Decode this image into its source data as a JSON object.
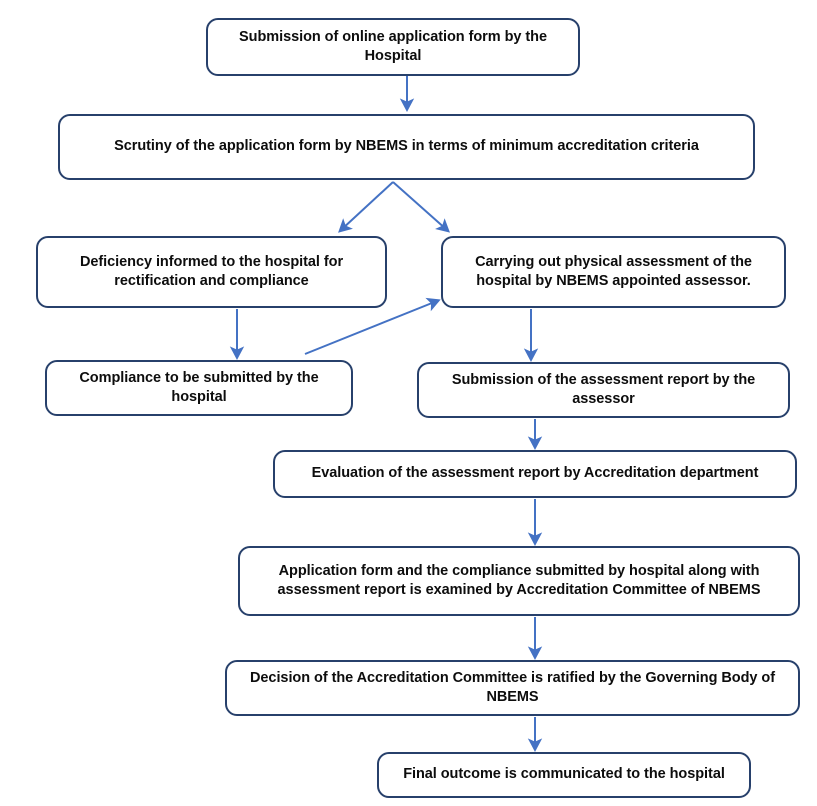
{
  "diagram": {
    "title": "NBEMS Hospital Accreditation Process Flowchart",
    "type": "flowchart",
    "orientation": "top-to-bottom",
    "colors": {
      "node_border": "#27406B",
      "node_fill": "#FFFFFF",
      "node_text": "#0D0D0D",
      "connector": "#4472C4",
      "background": "#FFFFFF"
    },
    "nodes": [
      {
        "id": "submission",
        "label": "Submission of online application form by the Hospital"
      },
      {
        "id": "scrutiny",
        "label": "Scrutiny of the application form by NBEMS in terms of minimum accreditation criteria"
      },
      {
        "id": "deficiency",
        "label": "Deficiency informed to the hospital for rectification and compliance"
      },
      {
        "id": "physical_assessment",
        "label": "Carrying out physical assessment of the hospital by NBEMS appointed assessor."
      },
      {
        "id": "compliance",
        "label": "Compliance to be submitted by the hospital"
      },
      {
        "id": "assessment_report",
        "label": "Submission of the assessment report by the assessor"
      },
      {
        "id": "evaluation",
        "label": "Evaluation of the assessment report by Accreditation department"
      },
      {
        "id": "application_form_compliance",
        "label": "Application form and the compliance submitted by hospital along with assessment report is examined by Accreditation Committee of NBEMS"
      },
      {
        "id": "decision",
        "label": "Decision of the Accreditation Committee is ratified by the Governing Body of NBEMS"
      },
      {
        "id": "final_outcome",
        "label": "Final outcome is communicated to the hospital"
      }
    ],
    "edges": [
      {
        "id": "e1",
        "from": "submission",
        "to": "scrutiny",
        "style": "straight-down"
      },
      {
        "id": "e2",
        "from": "scrutiny",
        "to": "deficiency",
        "style": "branch-left"
      },
      {
        "id": "e3",
        "from": "scrutiny",
        "to": "physical_assessment",
        "style": "branch-right"
      },
      {
        "id": "e4",
        "from": "deficiency",
        "to": "compliance",
        "style": "straight-down"
      },
      {
        "id": "e5",
        "from": "compliance",
        "to": "physical_assessment",
        "style": "diagonal-up-right"
      },
      {
        "id": "e6",
        "from": "physical_assessment",
        "to": "assessment_report",
        "style": "straight-down"
      },
      {
        "id": "e7",
        "from": "assessment_report",
        "to": "evaluation",
        "style": "straight-down"
      },
      {
        "id": "e8",
        "from": "evaluation",
        "to": "application_form_compliance",
        "style": "straight-down"
      },
      {
        "id": "e9",
        "from": "application_form_compliance",
        "to": "decision",
        "style": "straight-down"
      },
      {
        "id": "e10",
        "from": "decision",
        "to": "final_outcome",
        "style": "straight-down"
      }
    ]
  }
}
